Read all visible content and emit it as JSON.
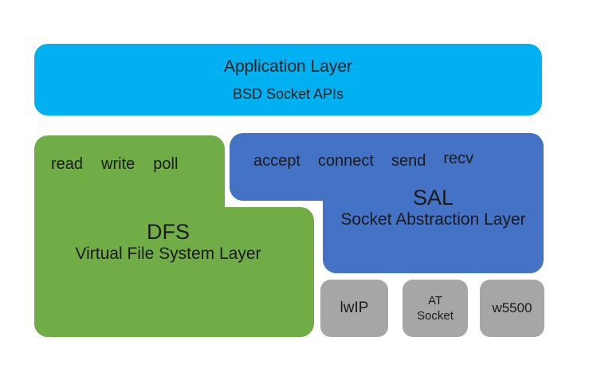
{
  "colors": {
    "application": "#00b0f0",
    "dfs": "#70ad47",
    "sal": "#4472c4",
    "backend": "#a6a6a6",
    "text": "#1b1b1b",
    "background": "#ffffff"
  },
  "layers": {
    "application": {
      "title": "Application Layer",
      "subtitle": "BSD Socket APIs"
    },
    "dfs": {
      "apis": [
        "read",
        "write",
        "poll"
      ],
      "abbr": "DFS",
      "name": "Virtual File System Layer"
    },
    "sal": {
      "apis": [
        "accept",
        "connect",
        "send",
        "recv"
      ],
      "abbr": "SAL",
      "name": "Socket Abstraction Layer"
    },
    "backends": {
      "items": [
        "lwIP",
        "AT\nSocket",
        "w5500"
      ]
    }
  }
}
